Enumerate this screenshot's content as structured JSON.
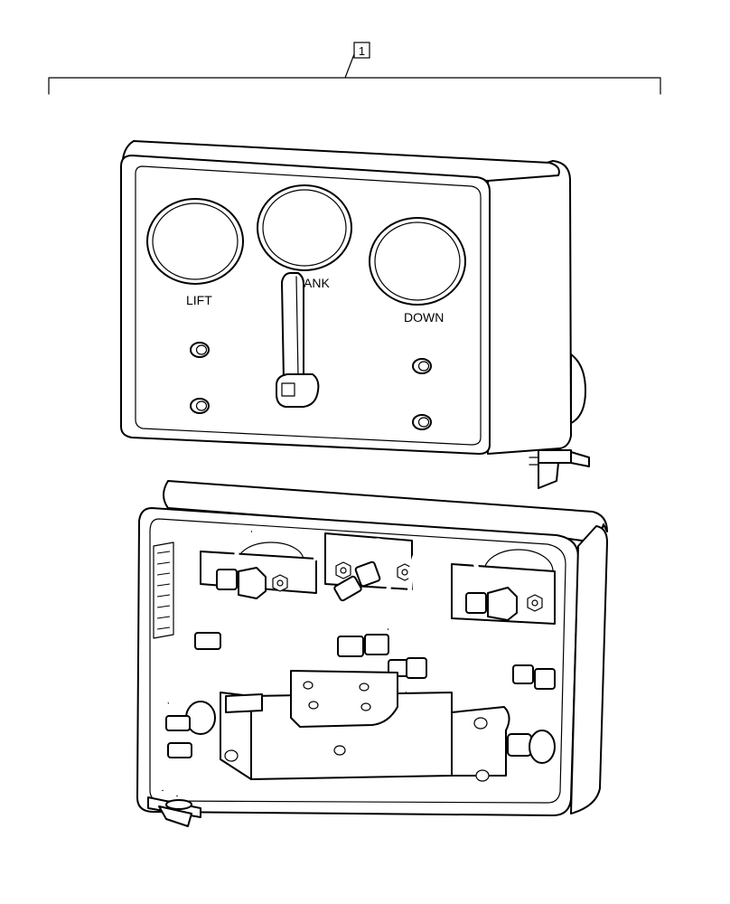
{
  "callout": {
    "number": "1"
  },
  "panel_labels": {
    "lift": "LIFT",
    "tank": "ANK",
    "down": "DOWN"
  }
}
